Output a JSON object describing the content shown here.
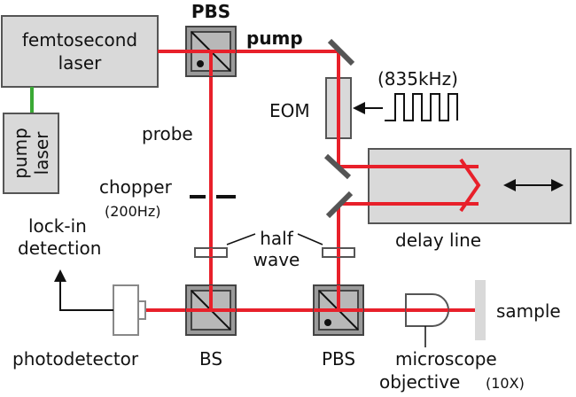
{
  "colors": {
    "beam": "#e8202a",
    "box_fill": "#d9d9d9",
    "box_stroke": "#555555",
    "cube_fill": "#8a8a8a",
    "cube_face": "#b8b8b8",
    "green_link": "#3aa935",
    "mirror": "#555555",
    "ink": "#111111"
  },
  "icons": [
    "polarizing-beam-splitter-icon",
    "beam-splitter-icon",
    "mirror-icon",
    "half-wave-plate-icon",
    "chopper-icon",
    "photodetector-icon",
    "objective-lens-icon",
    "retroreflector-icon",
    "double-arrow-icon",
    "square-wave-icon",
    "arrow-icon"
  ],
  "labels": {
    "femtosecond_laser_line1": "femtosecond",
    "femtosecond_laser_line2": "laser",
    "pump_laser_line1": "pump",
    "pump_laser_line2": "laser",
    "pbs_top": "PBS",
    "pump": "pump",
    "eom": "EOM",
    "modulation_freq": "(835kHz)",
    "probe": "probe",
    "chopper": "chopper",
    "chopper_freq": "(200Hz)",
    "half_wave_line1": "half",
    "half_wave_line2": "wave",
    "delay_line": "delay line",
    "lockin_line1": "lock-in",
    "lockin_line2": "detection",
    "photodetector": "photodetector",
    "bs": "BS",
    "pbs_bottom": "PBS",
    "microscope_line1": "microscope",
    "microscope_line2": "objective",
    "objective_mag": "(10X)",
    "sample": "sample"
  }
}
